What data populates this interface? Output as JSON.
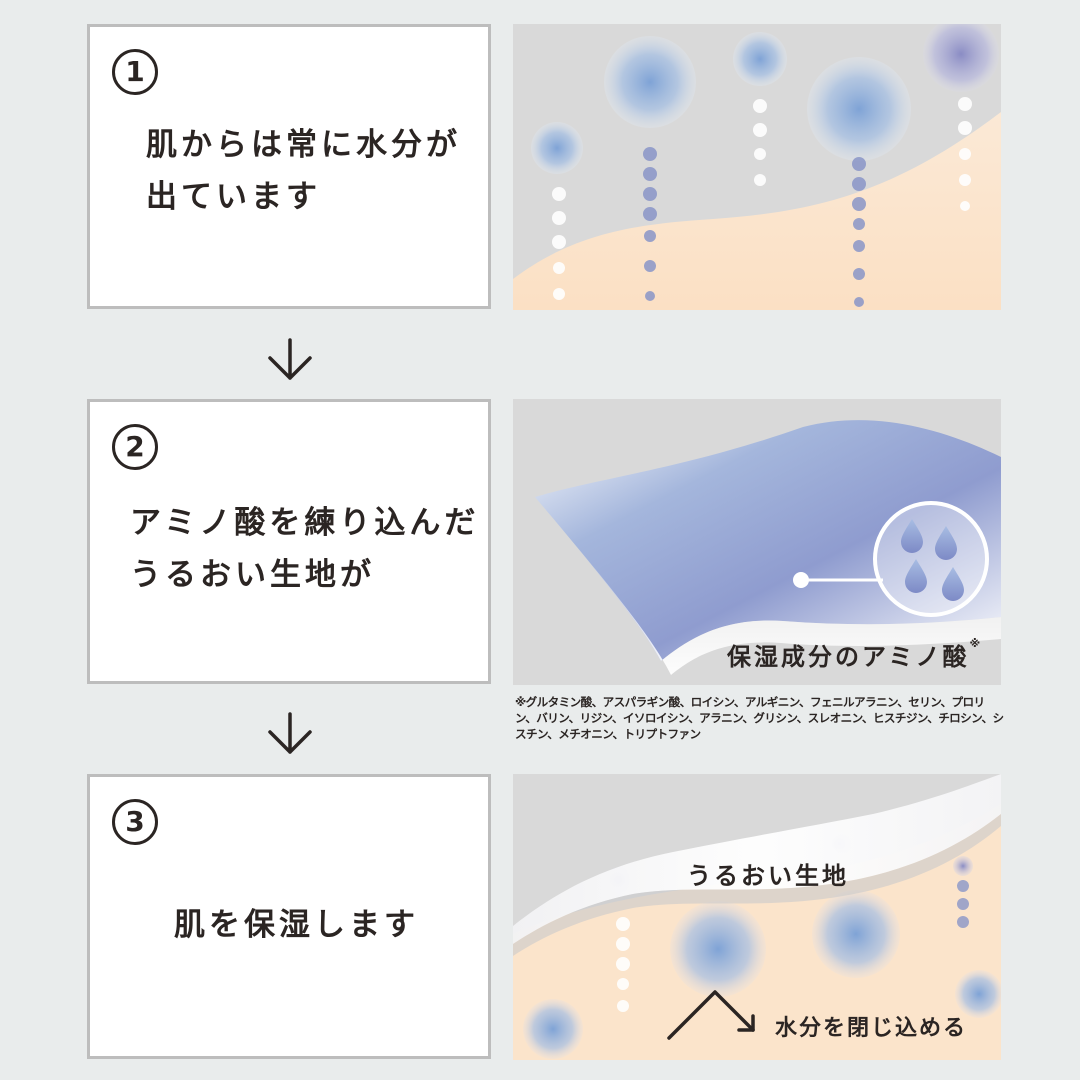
{
  "steps": [
    {
      "number": "1",
      "lines": [
        "肌からは常に水分が",
        "出ています"
      ]
    },
    {
      "number": "2",
      "lines": [
        "アミノ酸を練り込んだ",
        "うるおい生地が"
      ]
    },
    {
      "number": "3",
      "lines": [
        "肌を保湿します"
      ]
    }
  ],
  "panel2": {
    "label": "保湿成分のアミノ酸",
    "label_mark": "※"
  },
  "footnote": "※グルタミン酸、アスパラギン酸、ロイシン、アルギニン、フェニルアラニン、セリン、プロリン、バリン、リジン、イソロイシン、アラニン、グリシン、スレオニン、ヒスチジン、チロシン、シスチン、メチオニン、トリプトファン",
  "panel3": {
    "fabric_label": "うるおい生地",
    "moisture_label": "水分を閉じ込める"
  },
  "colors": {
    "background": "#e9ecec",
    "box_border": "#bdbdbd",
    "skin": "#fbe4cb",
    "panel_gray": "#d9d9d9",
    "bubble_blue": "#7fa3d6",
    "bubble_purple": "#8a8cc4",
    "text": "#2b2523"
  },
  "icons": [
    "down-arrow-icon",
    "water-drop-icon"
  ]
}
